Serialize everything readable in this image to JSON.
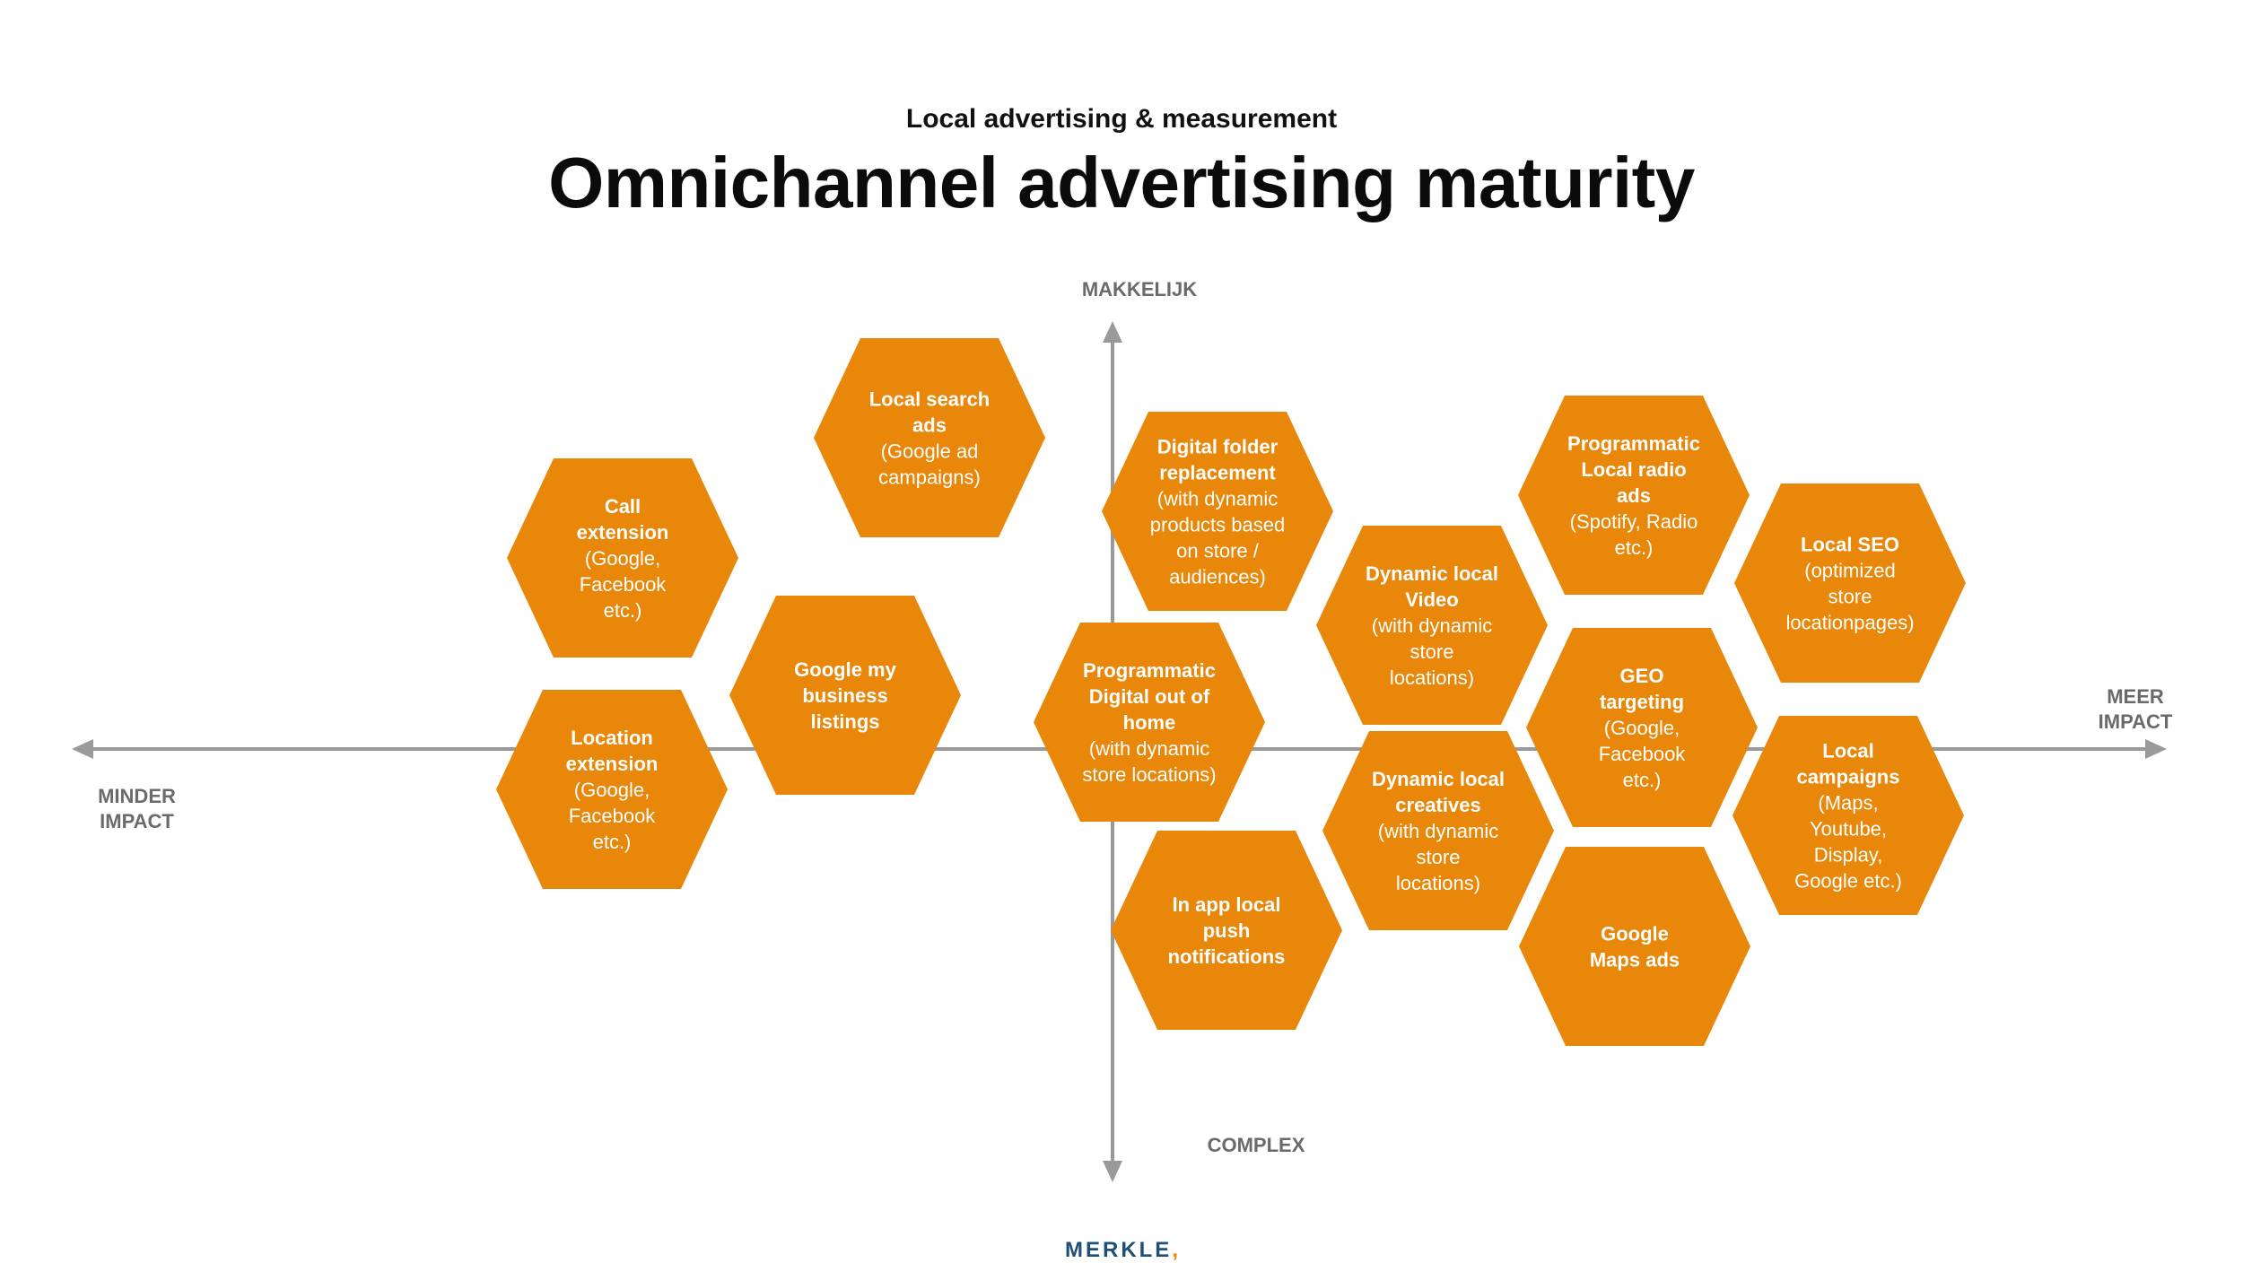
{
  "header": {
    "subtitle": "Local advertising & measurement",
    "title": "Omnichannel advertising maturity"
  },
  "axes": {
    "top": "MAKKELIJK",
    "bottom": "COMPLEX",
    "left": [
      "MINDER",
      "IMPACT"
    ],
    "right": [
      "MEER",
      "IMPACT"
    ]
  },
  "colors": {
    "hexagon": "#E8870A",
    "axis": "#9a9a9a",
    "brand": "#1d4f79",
    "brand_accent": "#f08a00"
  },
  "hexagons": [
    {
      "id": "local-search-ads",
      "bold": [
        "Local search",
        "ads"
      ],
      "normal": [
        "(Google ad",
        "campaigns)"
      ]
    },
    {
      "id": "call-extension",
      "bold": [
        "Call",
        "extension"
      ],
      "normal": [
        "(Google,",
        "Facebook",
        "etc.)"
      ]
    },
    {
      "id": "google-my-business",
      "bold": [
        "Google my",
        "business",
        "listings"
      ],
      "normal": []
    },
    {
      "id": "location-extension",
      "bold": [
        "Location",
        "extension"
      ],
      "normal": [
        "(Google,",
        "Facebook",
        "etc.)"
      ]
    },
    {
      "id": "digital-folder",
      "bold": [
        "Digital folder",
        "replacement"
      ],
      "normal": [
        "(with dynamic",
        "products based",
        "on store /",
        "audiences)"
      ]
    },
    {
      "id": "programmatic-dooh",
      "bold": [
        "Programmatic",
        "Digital out of",
        "home"
      ],
      "normal": [
        "(with dynamic",
        "store locations)"
      ]
    },
    {
      "id": "in-app-push",
      "bold": [
        "In app local",
        "push",
        "notifications"
      ],
      "normal": []
    },
    {
      "id": "dynamic-video",
      "bold": [
        "Dynamic local",
        "Video"
      ],
      "normal": [
        "(with dynamic",
        "store",
        "locations)"
      ]
    },
    {
      "id": "dynamic-creatives",
      "bold": [
        "Dynamic local",
        "creatives"
      ],
      "normal": [
        "(with dynamic",
        "store",
        "locations)"
      ]
    },
    {
      "id": "programmatic-radio",
      "bold": [
        "Programmatic",
        "Local radio",
        "ads"
      ],
      "normal": [
        "(Spotify, Radio",
        "etc.)"
      ]
    },
    {
      "id": "geo-targeting",
      "bold": [
        "GEO",
        "targeting"
      ],
      "normal": [
        "(Google,",
        "Facebook",
        "etc.)"
      ]
    },
    {
      "id": "google-maps-ads",
      "bold": [
        "Google",
        "Maps ads"
      ],
      "normal": []
    },
    {
      "id": "local-seo",
      "bold": [
        "Local SEO"
      ],
      "normal": [
        "(optimized",
        "store",
        "locationpages)"
      ]
    },
    {
      "id": "local-campaigns",
      "bold": [
        "Local",
        "campaigns"
      ],
      "normal": [
        "(Maps,",
        "Youtube,",
        "Display,",
        "Google etc.)"
      ]
    }
  ],
  "logo": {
    "text": "MERKLE",
    "mark": ","
  }
}
